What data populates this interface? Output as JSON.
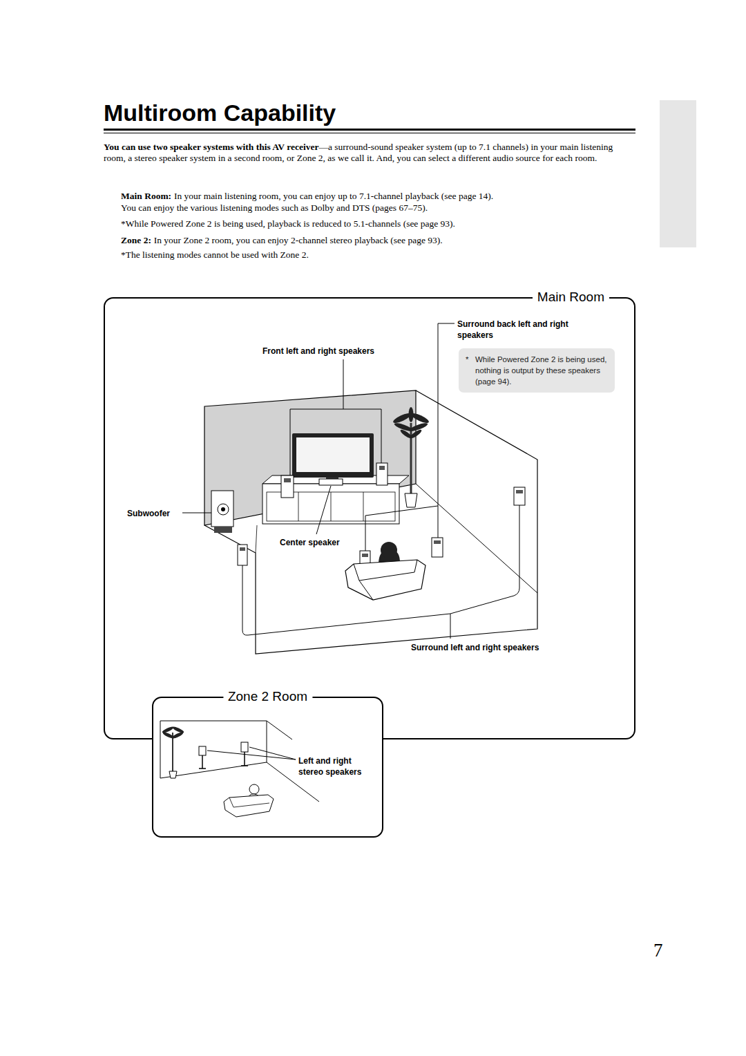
{
  "diagram": {
    "title": "Multiroom Capability",
    "nodes": [
      {
        "text": [
          "Main Room"
        ]
      },
      {
        "text": [
          "Zone 2 Room"
        ]
      },
      {
        "text": [
          "*",
          "While Powered Zone 2 is being used, nothing is output by these speakers (page 94)."
        ],
        "in": 0
      }
    ],
    "labels": [
      "You can use two speaker systems with this AV receiver",
      "—a surround-sound speaker system (up to 7.1 channels) in your main listening room, a stereo speaker system in a second room, or Zone 2, as we call it. And, you can select a different audio source for each room.",
      "Main Room:",
      "In your main listening room, you can enjoy up to 7.1-channel playback (see page 14).",
      "You can enjoy the various listening modes such as Dolby and DTS (pages 67–75).",
      "*While Powered Zone 2 is being used, playback is reduced to 5.1-channels (see page 93).",
      "Zone 2:",
      "In your Zone 2 room, you can enjoy 2-channel stereo playback (see page 93).",
      "*The listening modes cannot be used with Zone 2.",
      "Front left and right speakers",
      "Surround back left and right speakers",
      "Subwoofer",
      "Center speaker",
      "Surround left and right speakers",
      "Left and right stereo speakers",
      "7"
    ]
  }
}
